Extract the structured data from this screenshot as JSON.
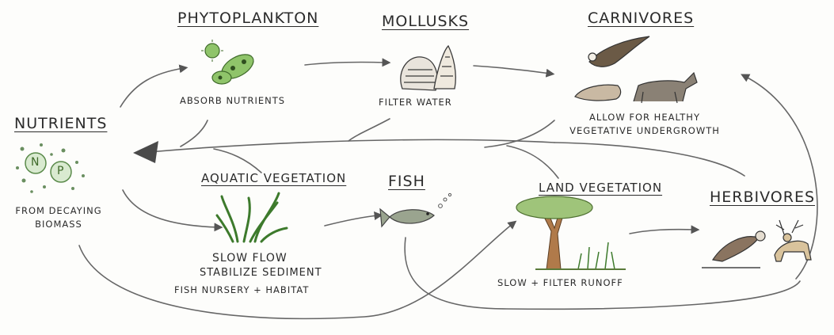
{
  "nodes": {
    "nutrients": {
      "title": "Nutrients",
      "note_lines": [
        "From Decaying",
        "Biomass"
      ],
      "symbols": [
        "N",
        "P"
      ]
    },
    "phytoplankton": {
      "title": "Phytoplankton",
      "note_lines": [
        "Absorb Nutrients"
      ]
    },
    "mollusks": {
      "title": "Mollusks",
      "note_lines": [
        "Filter Water"
      ]
    },
    "carnivores": {
      "title": "Carnivores",
      "note_lines": [
        "Allow for Healthy",
        "Vegetative Undergrowth"
      ]
    },
    "aquatic_vegetation": {
      "title": "Aquatic Vegetation",
      "note_lines": [
        "Slow Flow",
        "Stabilize Sediment",
        "Fish Nursery + Habitat"
      ]
    },
    "fish": {
      "title": "Fish",
      "note_lines": []
    },
    "land_vegetation": {
      "title": "Land Vegetation",
      "note_lines": [
        "Slow + Filter Runoff"
      ]
    },
    "herbivores": {
      "title": "Herbivores",
      "note_lines": []
    }
  },
  "colors": {
    "ink": "#2b2b2b",
    "pencil": "#555555",
    "algae_green": "#6fae4a",
    "plant_green": "#4f9a3b",
    "fish_gray": "#9aa48f",
    "tree_brown": "#b07a4a",
    "tree_canopy": "#9fc47a"
  }
}
